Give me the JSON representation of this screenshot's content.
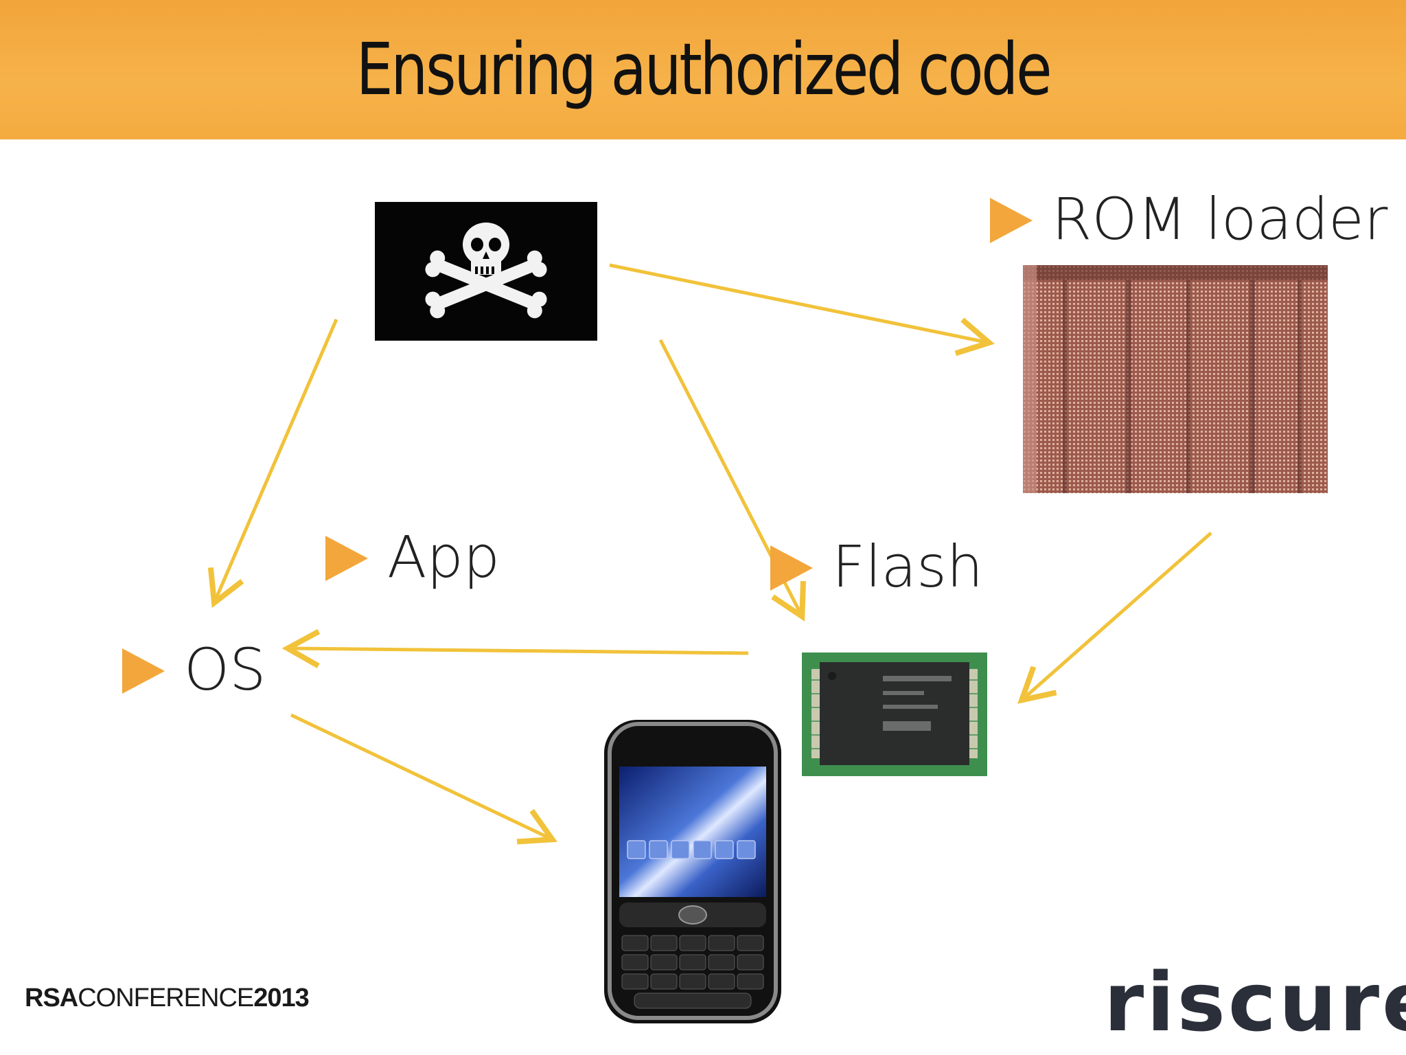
{
  "slide": {
    "title": "Ensuring authorized code"
  },
  "nodes": {
    "rom_loader": "ROM loader",
    "app": "App",
    "flash": "Flash",
    "os": "OS"
  },
  "footer": {
    "conference_prefix": "RSA",
    "conference_name": "CONFERENCE",
    "conference_year": "2013",
    "company": "riscure"
  },
  "colors": {
    "header": "#f5ae45",
    "accent": "#f3a63b",
    "arrow": "#f1c23a"
  },
  "icons": {
    "attacker": "pirate-flag-icon",
    "rom": "rom-die-icon",
    "flash": "flash-chip-icon",
    "device": "smartphone-icon"
  }
}
